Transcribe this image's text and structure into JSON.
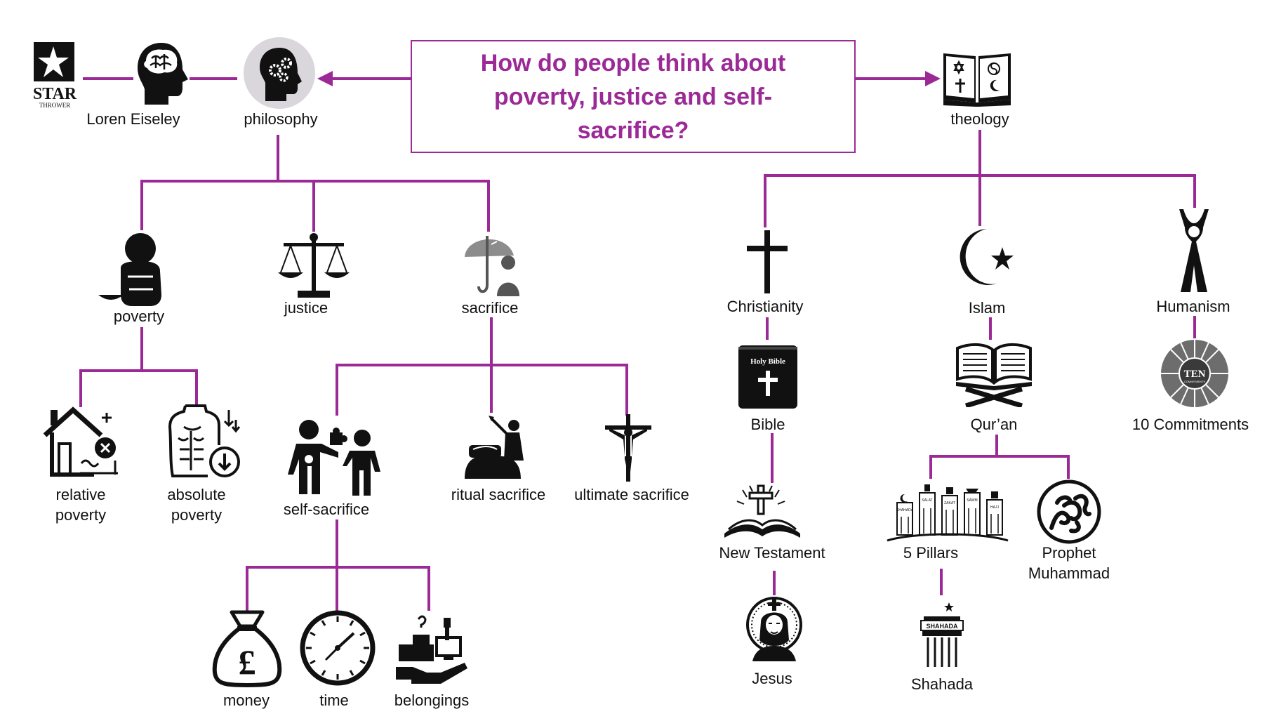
{
  "title": "How do people think about poverty, justice and self-sacrifice?",
  "colors": {
    "accent": "#9b2a97",
    "text": "#111111",
    "background": "#ffffff"
  },
  "star_thrower": {
    "line1": "STAR",
    "line2": "THROWER"
  },
  "labels": {
    "loren_eiseley": "Loren Eiseley",
    "philosophy": "philosophy",
    "theology": "theology",
    "poverty": "poverty",
    "justice": "justice",
    "sacrifice": "sacrifice",
    "relative_poverty": "relative\npoverty",
    "absolute_poverty": "absolute\npoverty",
    "self_sacrifice": "self-sacrifice",
    "ritual_sacrifice": "ritual sacrifice",
    "ultimate_sacrifice": "ultimate sacrifice",
    "money": "money",
    "time": "time",
    "belongings": "belongings",
    "christianity": "Christianity",
    "islam": "Islam",
    "humanism": "Humanism",
    "bible": "Bible",
    "quran": "Qur’an",
    "ten_commitments": "10 Commitments",
    "new_testament": "New Testament",
    "five_pillars": "5 Pillars",
    "prophet_muhammad": "Prophet\nMuhammad",
    "jesus": "Jesus",
    "shahada": "Shahada"
  },
  "icon_text": {
    "holy_bible": "Holy Bible",
    "ten_badge": "TEN",
    "ten_sub": "COMMITMENTS",
    "shahada_sign": "SHAHADA",
    "pillars": [
      "SHAHADA",
      "SALAT",
      "ZAKAT",
      "SAWM",
      "HAJJ"
    ]
  },
  "icons": [
    "star-thrower-logo",
    "brain-head-icon",
    "gears-head-icon",
    "open-book-religions-icon",
    "sitting-person-bowl-icon",
    "scales-icon",
    "umbrella-person-icon",
    "house-cross-icon",
    "torso-arrow-down-icon",
    "people-puzzle-icon",
    "ritual-altar-icon",
    "crucifix-icon",
    "money-bag-icon",
    "clock-icon",
    "belongings-hand-icon",
    "cross-icon",
    "crescent-star-icon",
    "humanism-icon",
    "bible-icon",
    "quran-stand-icon",
    "ten-commitments-wheel-icon",
    "open-book-cross-icon",
    "five-pillars-icon",
    "muhammad-calligraphy-icon",
    "jesus-portrait-icon",
    "shahada-pillar-icon"
  ]
}
